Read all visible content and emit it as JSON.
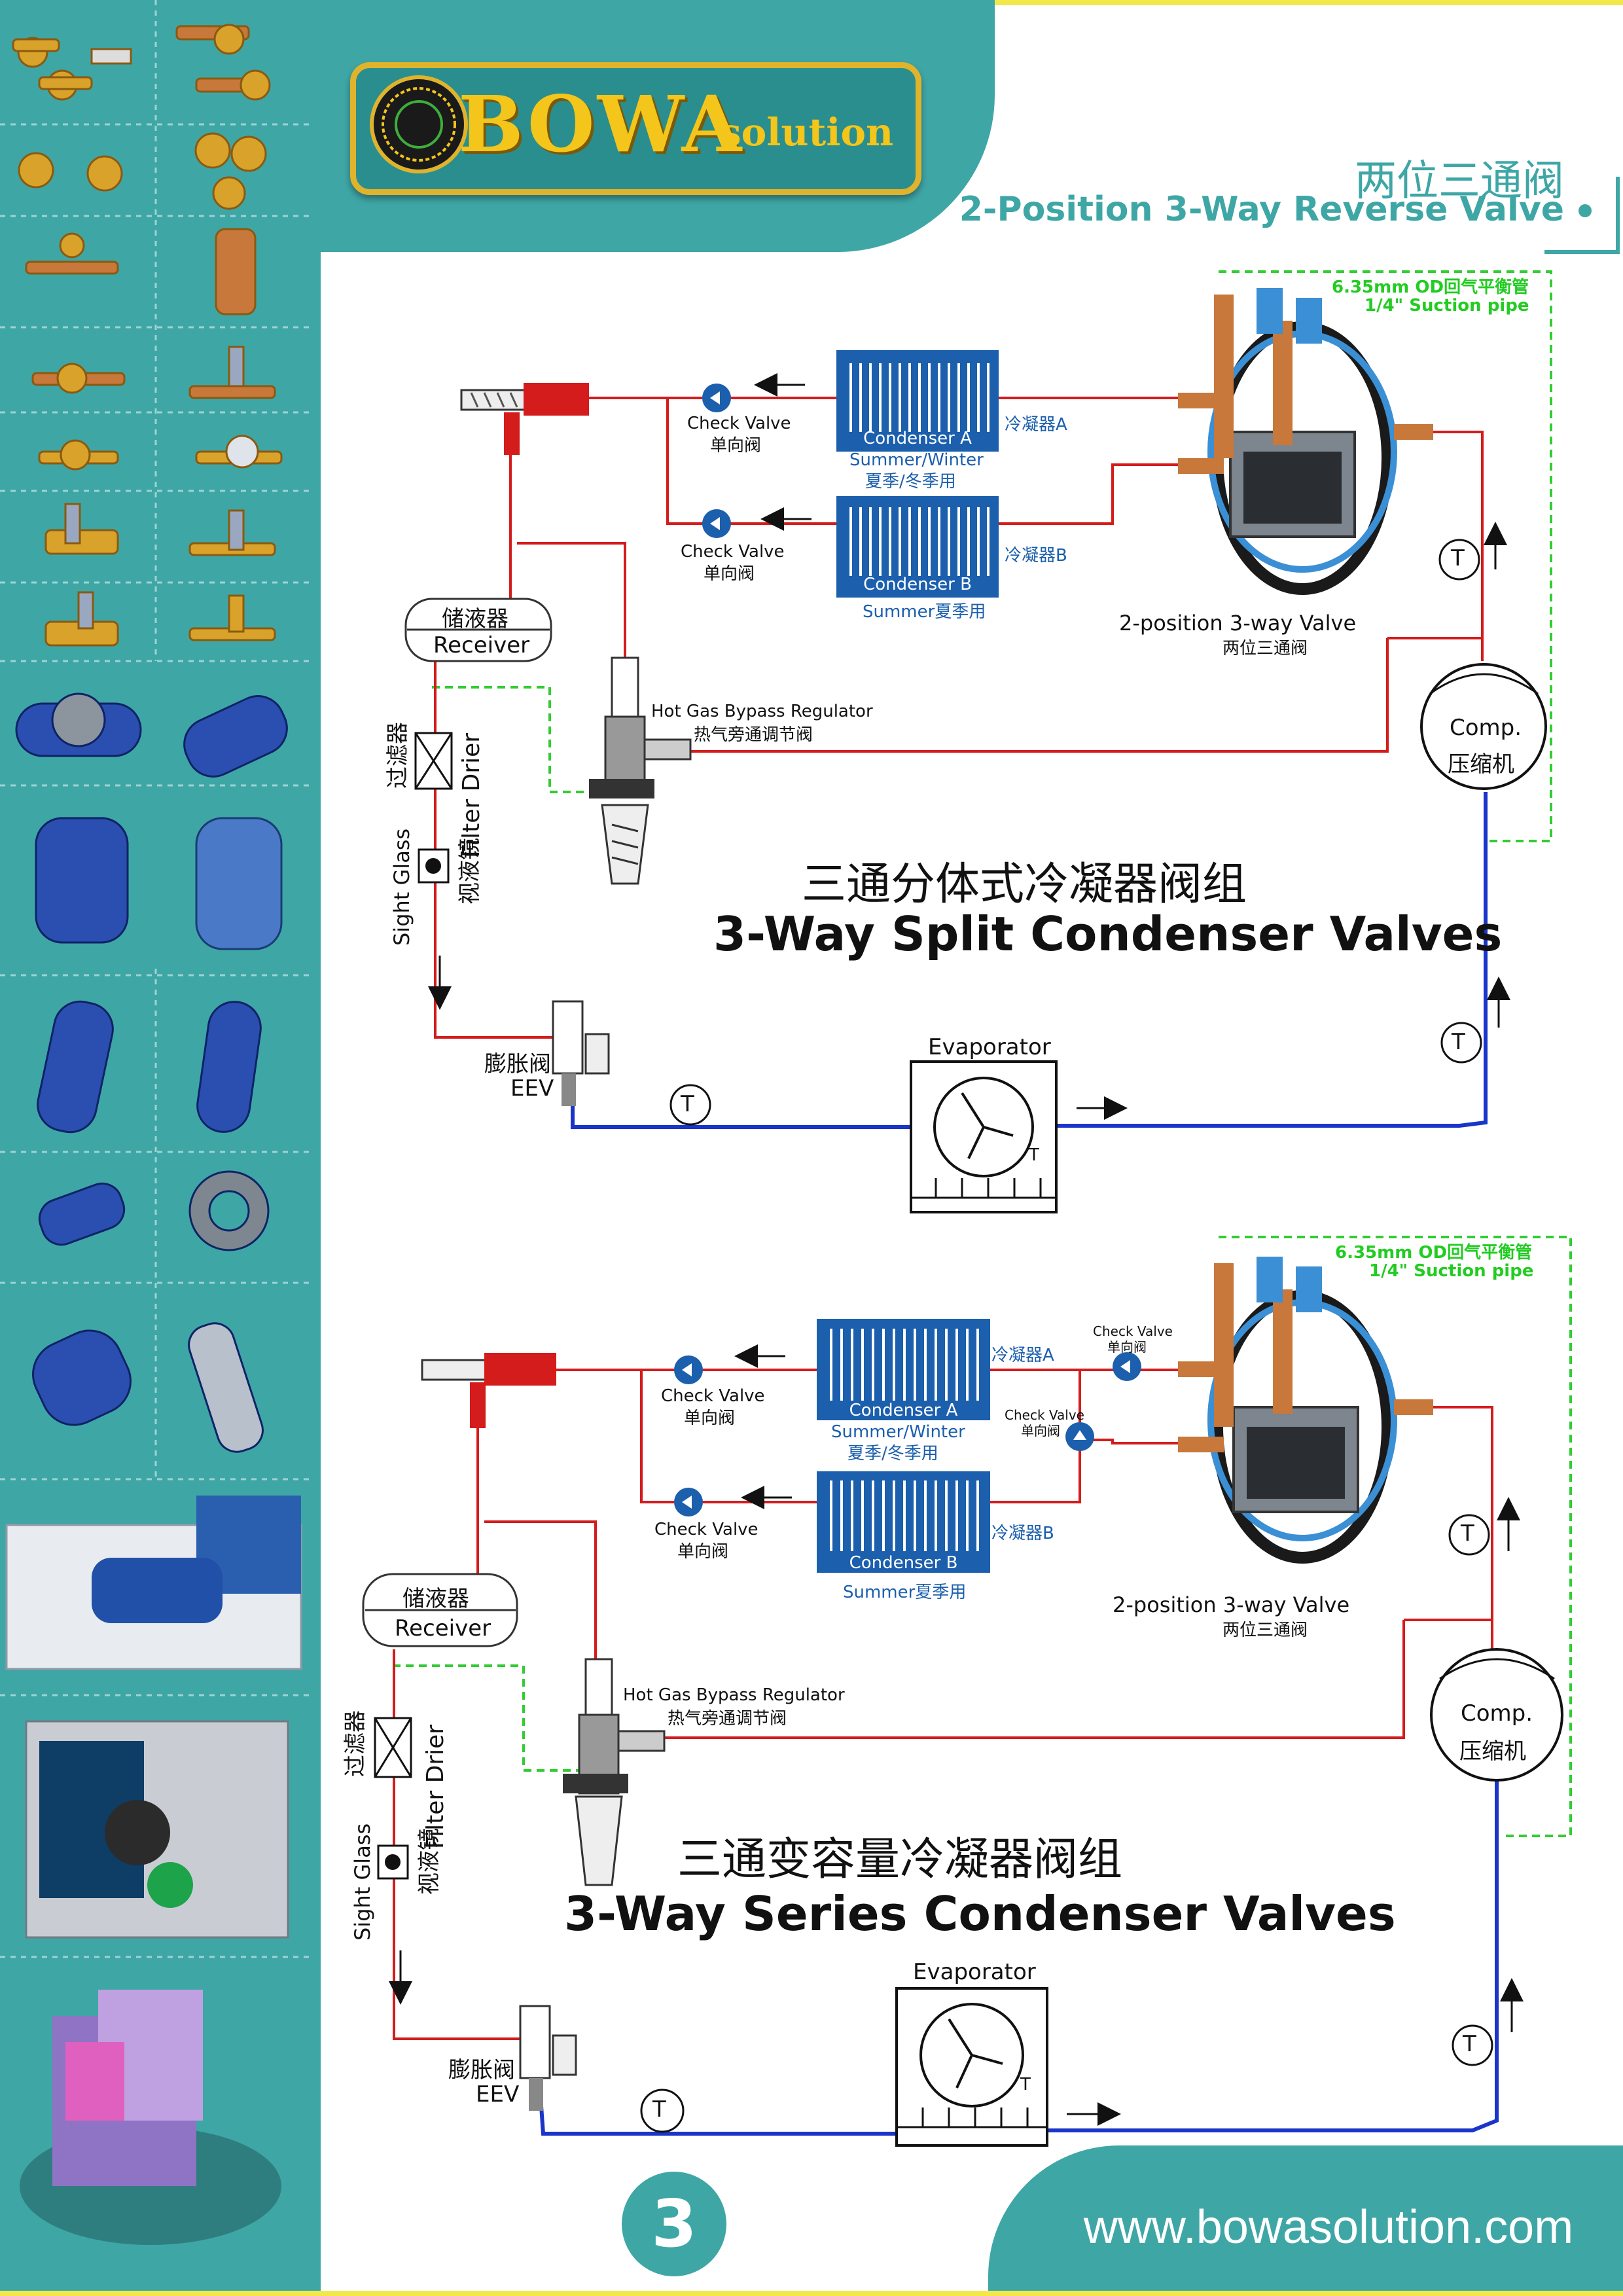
{
  "header": {
    "brand": "BOWA",
    "brand_sub": "solution",
    "title_cn": "两位三通阀",
    "title_en": "2-Position 3-Way Reverse Valve"
  },
  "colors": {
    "teal": "#3fa6a6",
    "gold": "#f4c51a",
    "pipe_red": "#d41c1c",
    "pipe_blue": "#1a35c9",
    "balance_green": "#33cc33",
    "condenser_blue": "#1b5fad"
  },
  "diagram1": {
    "suction_note_1": "6.35mm OD回气平衡管",
    "suction_note_2": "1/4\" Suction pipe",
    "check_valve_a_en": "Check Valve",
    "check_valve_a_cn": "单向阀",
    "check_valve_b_en": "Check Valve",
    "check_valve_b_cn": "单向阀",
    "condenser_a": "Condenser A",
    "condenser_a_cn_side": "冷凝器A",
    "condenser_a_season_en": "Summer/Winter",
    "condenser_a_season_cn": "夏季/冬季用",
    "condenser_b": "Condenser B",
    "condenser_b_cn_side": "冷凝器B",
    "condenser_b_season": "Summer夏季用",
    "valve_en": "2-position 3-way Valve",
    "valve_cn": "两位三通阀",
    "receiver_cn": "储液器",
    "receiver_en": "Receiver",
    "hgbr_en": "Hot Gas Bypass Regulator",
    "hgbr_cn": "热气旁通调节阀",
    "filter_cn": "过滤器",
    "filter_en": "Filter Drier",
    "sight_en": "Sight Glass",
    "sight_cn": "视液镜",
    "comp_en": "Comp.",
    "comp_cn": "压缩机",
    "title_cn": "三通分体式冷凝器阀组",
    "title_en": "3-Way Split Condenser Valves",
    "eev_cn": "膨胀阀",
    "eev_en": "EEV",
    "evaporator": "Evaporator",
    "t1": "T",
    "t4": "T",
    "t5": "T",
    "t6": "T"
  },
  "diagram2": {
    "suction_note_1": "6.35mm OD回气平衡管",
    "suction_note_2": "1/4\" Suction pipe",
    "check_valve_a_en": "Check Valve",
    "check_valve_a_cn": "单向阀",
    "check_valve_b_en": "Check Valve",
    "check_valve_b_cn": "单向阀",
    "check_valve_c_en": "Check Valve",
    "check_valve_c_cn": "单向阀",
    "check_valve_d_en": "Check Valve",
    "check_valve_d_cn": "单向阀",
    "condenser_a": "Condenser A",
    "condenser_a_cn_side": "冷凝器A",
    "condenser_a_season_en": "Summer/Winter",
    "condenser_a_season_cn": "夏季/冬季用",
    "condenser_b": "Condenser B",
    "condenser_b_cn_side": "冷凝器B",
    "condenser_b_season": "Summer夏季用",
    "valve_en": "2-position 3-way Valve",
    "valve_cn": "两位三通阀",
    "receiver_cn": "储液器",
    "receiver_en": "Receiver",
    "hgbr_en": "Hot Gas Bypass Regulator",
    "hgbr_cn": "热气旁通调节阀",
    "filter_cn": "过滤器",
    "filter_en": "Filter Drier",
    "sight_en": "Sight Glass",
    "sight_cn": "视液镜",
    "comp_en": "Comp.",
    "comp_cn": "压缩机",
    "title_cn": "三通变容量冷凝器阀组",
    "title_en": "3-Way Series Condenser Valves",
    "eev_cn": "膨胀阀",
    "eev_en": "EEV",
    "evaporator": "Evaporator",
    "t1": "T",
    "t4": "T",
    "t5": "T",
    "t6": "T"
  },
  "footer": {
    "page_number": "3",
    "url": "www.bowasolution.com"
  },
  "sidebar": {
    "product_icons": [
      "valve-thumbnail-icon",
      "valve-thumbnail-icon",
      "valve-thumbnail-icon",
      "valve-thumbnail-icon",
      "valve-thumbnail-icon",
      "valve-thumbnail-icon",
      "valve-thumbnail-icon",
      "valve-thumbnail-icon",
      "valve-thumbnail-icon",
      "valve-thumbnail-icon",
      "valve-thumbnail-icon",
      "valve-thumbnail-icon",
      "valve-thumbnail-icon",
      "valve-thumbnail-icon",
      "receiver-thumbnail-icon",
      "receiver-thumbnail-icon",
      "receiver-thumbnail-icon",
      "receiver-thumbnail-icon",
      "receiver-thumbnail-icon",
      "receiver-thumbnail-icon",
      "valve-thumbnail-icon",
      "valve-thumbnail-icon",
      "receiver-thumbnail-icon",
      "receiver-thumbnail-icon",
      "skid-thumbnail-icon",
      "unit-thumbnail-icon",
      "container-thumbnail-icon"
    ]
  }
}
